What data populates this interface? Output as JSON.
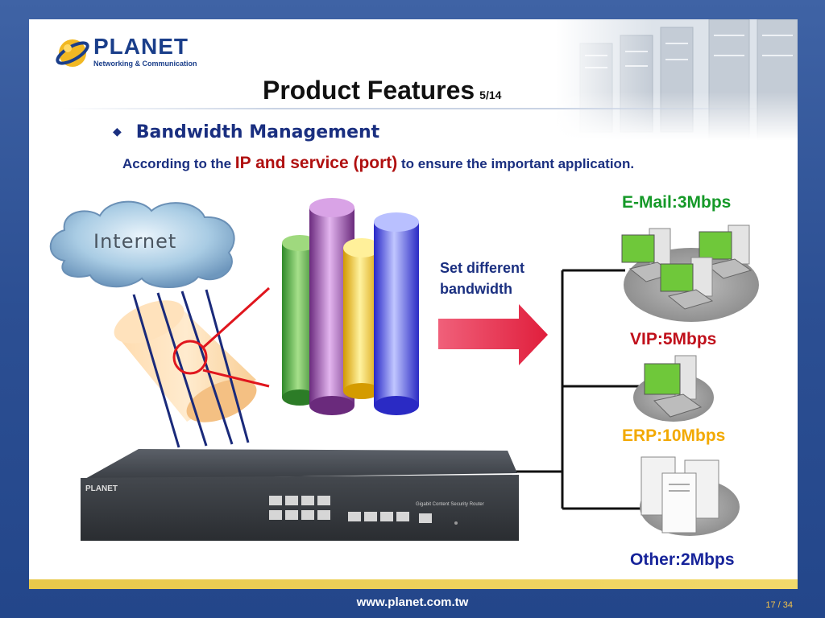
{
  "logo": {
    "brand": "PLANET",
    "tagline": "Networking & Communication"
  },
  "header": {
    "title": "Product Features",
    "page_of": "5/14"
  },
  "bullet": {
    "marker": "◆",
    "text": "Bandwidth Management"
  },
  "subtitle": {
    "before": "According to the ",
    "highlight": "IP and service (port)",
    "after": " to ensure the important application."
  },
  "diagram": {
    "cloud_label": "Internet",
    "arrow_caption": "Set different bandwidth",
    "router_brand": "PLANET",
    "router_model_text": "Gigabit Content Security Router",
    "tiers": [
      {
        "label": "E-Mail:3Mbps",
        "color": "#159928"
      },
      {
        "label": "VIP:5Mbps",
        "color": "#c0101b"
      },
      {
        "label": "ERP:10Mbps",
        "color": "#f2a900"
      },
      {
        "label": "Other:2Mbps",
        "color": "#17249a"
      }
    ],
    "pipes": [
      "green",
      "purple",
      "yellow",
      "blue"
    ]
  },
  "footer": {
    "url": "www.planet.com.tw",
    "page_counter": "17 / 34"
  },
  "colors": {
    "background": "#2c4f93",
    "title_blue": "#1a2f80",
    "highlight_red": "#b01010",
    "footer_bar": "#e8c84a"
  }
}
